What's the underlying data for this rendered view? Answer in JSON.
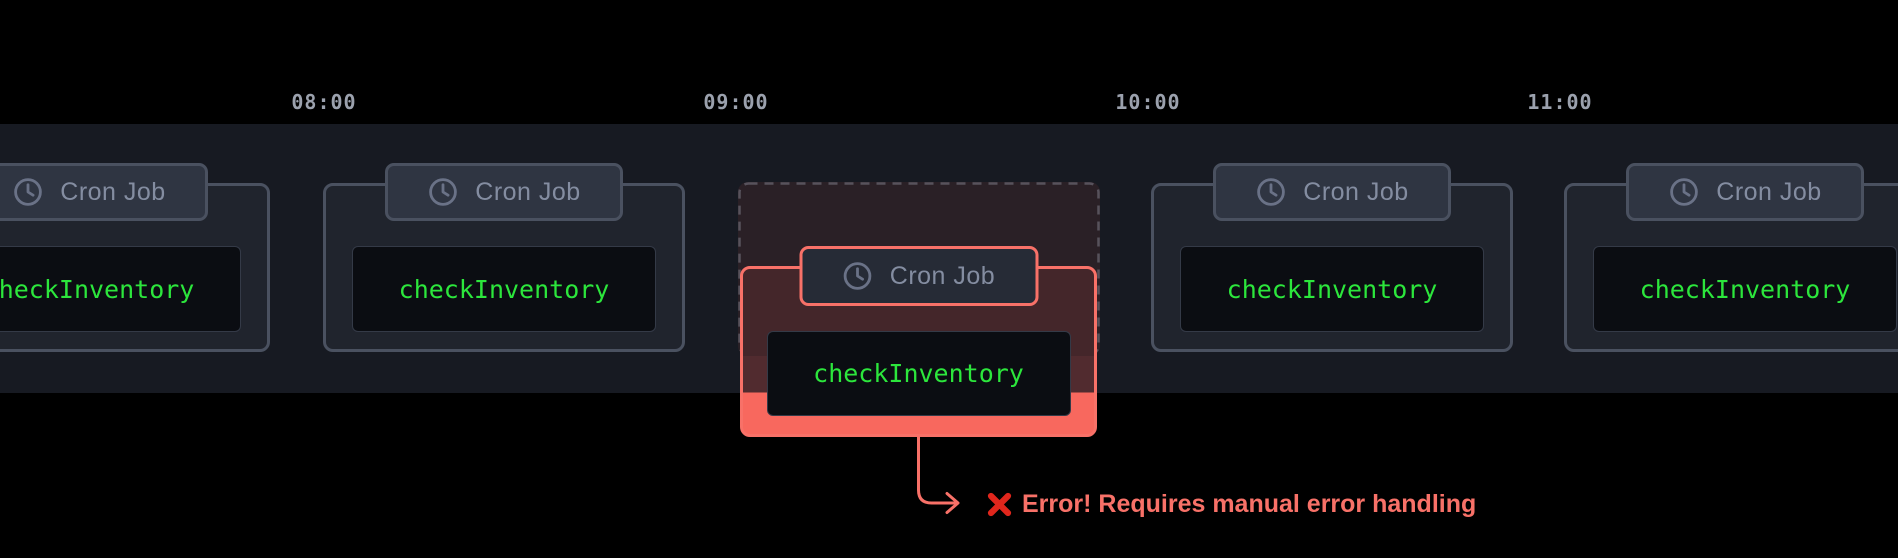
{
  "timeline": {
    "labels": [
      {
        "text": "08:00"
      },
      {
        "text": "09:00"
      },
      {
        "text": "10:00"
      },
      {
        "text": "11:00"
      }
    ]
  },
  "cards": [
    {
      "tab_label": "Cron Job",
      "code": "checkInventory",
      "status": "ok"
    },
    {
      "tab_label": "Cron Job",
      "code": "checkInventory",
      "status": "ok"
    },
    {
      "tab_label": "Cron Job",
      "code": "checkInventory",
      "status": "error"
    },
    {
      "tab_label": "Cron Job",
      "code": "checkInventory",
      "status": "ok"
    },
    {
      "tab_label": "Cron Job",
      "code": "checkInventory",
      "status": "ok"
    }
  ],
  "error_annotation": {
    "icon": "cross-mark",
    "message": "Error! Requires manual error handling"
  },
  "colors": {
    "background": "#000000",
    "lane": "#171a22",
    "card_background": "#20242d",
    "card_border": "#4a5160",
    "tab_background": "#2f3542",
    "tab_text": "#848da1",
    "code_background": "#0b0d12",
    "code_green": "#2ce63c",
    "time_label": "#9ba1ad",
    "error_accent": "#f87168",
    "cross_mark_red": "#e0261c"
  }
}
